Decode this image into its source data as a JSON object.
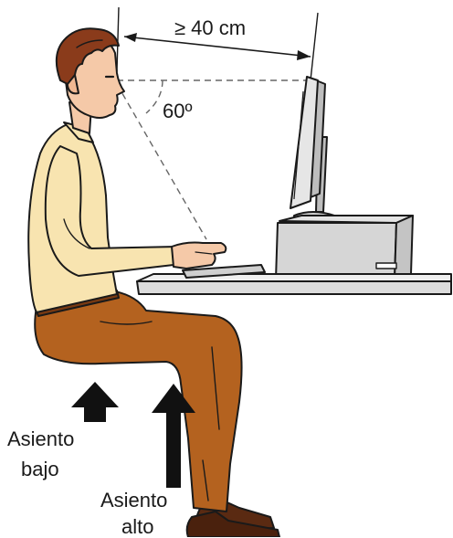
{
  "labels": {
    "distance": "≥ 40 cm",
    "angle": "60º",
    "low_seat_line1": "Asiento",
    "low_seat_line2": "bajo",
    "high_seat_line1": "Asiento",
    "high_seat_line2": "alto"
  },
  "colors": {
    "outline": "#1a1a1a",
    "skin": "#f5c9a8",
    "hair": "#8a3b1b",
    "shirt": "#f8e4b0",
    "trousers": "#b4621f",
    "shoes": "#5a2a12",
    "equipment": "#d9d9d9",
    "desk": "#e8e8e8"
  },
  "icons": [
    "up-arrow-icon"
  ]
}
